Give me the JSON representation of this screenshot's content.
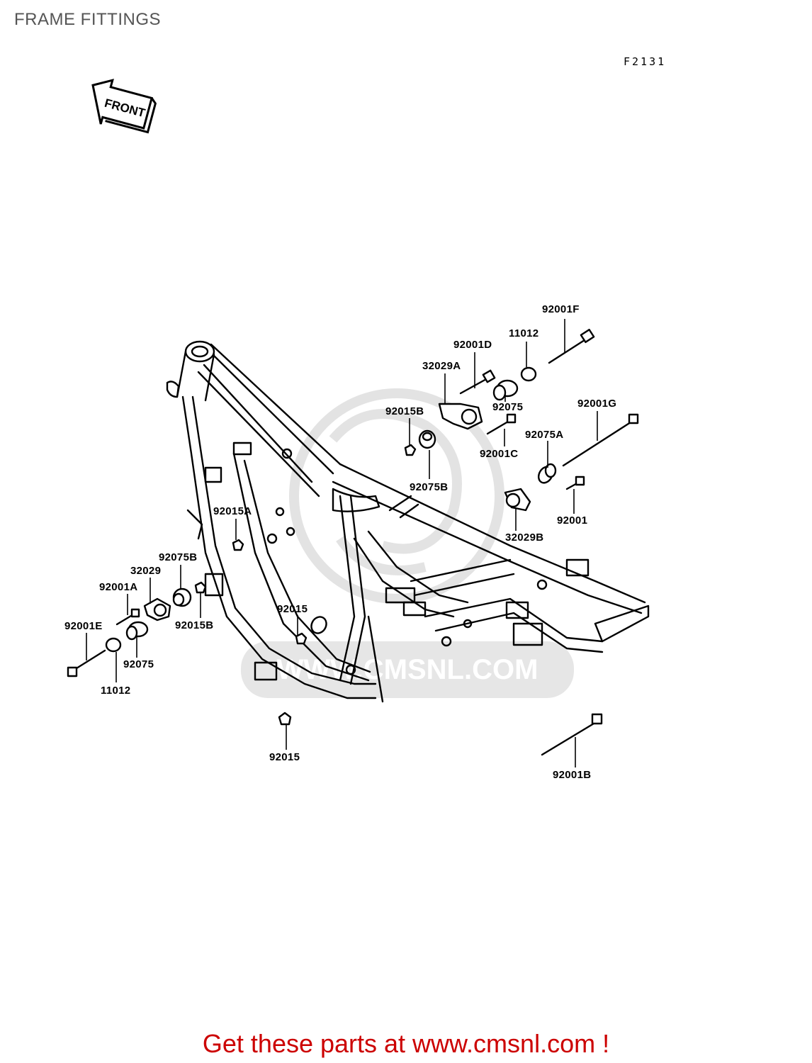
{
  "header": {
    "title": "FRAME FITTINGS",
    "diagram_code": "F2131",
    "front_arrow_label": "FRONT"
  },
  "watermark": {
    "text": "WWW.CMSNL.COM"
  },
  "parts": [
    {
      "key": "92001F",
      "label": "92001F"
    },
    {
      "key": "11012_top",
      "label": "11012"
    },
    {
      "key": "92001D",
      "label": "92001D"
    },
    {
      "key": "32029A",
      "label": "32029A"
    },
    {
      "key": "92075_top",
      "label": "92075"
    },
    {
      "key": "92001G",
      "label": "92001G"
    },
    {
      "key": "92015B_top",
      "label": "92015B"
    },
    {
      "key": "92075A",
      "label": "92075A"
    },
    {
      "key": "92001C",
      "label": "92001C"
    },
    {
      "key": "92075B_top",
      "label": "92075B"
    },
    {
      "key": "92001",
      "label": "92001"
    },
    {
      "key": "32029B",
      "label": "32029B"
    },
    {
      "key": "92015A",
      "label": "92015A"
    },
    {
      "key": "92075B_left",
      "label": "92075B"
    },
    {
      "key": "32029",
      "label": "32029"
    },
    {
      "key": "92001A",
      "label": "92001A"
    },
    {
      "key": "92015_mid",
      "label": "92015"
    },
    {
      "key": "92001E",
      "label": "92001E"
    },
    {
      "key": "92015B_left",
      "label": "92015B"
    },
    {
      "key": "92075_left",
      "label": "92075"
    },
    {
      "key": "11012_left",
      "label": "11012"
    },
    {
      "key": "92015_bottom",
      "label": "92015"
    },
    {
      "key": "92001B",
      "label": "92001B"
    }
  ],
  "footer": {
    "cta": "Get these parts at www.cmsnl.com !"
  },
  "colors": {
    "title": "#555555",
    "line": "#000000",
    "watermark": "#e6e6e6",
    "cta": "#cc0000"
  }
}
